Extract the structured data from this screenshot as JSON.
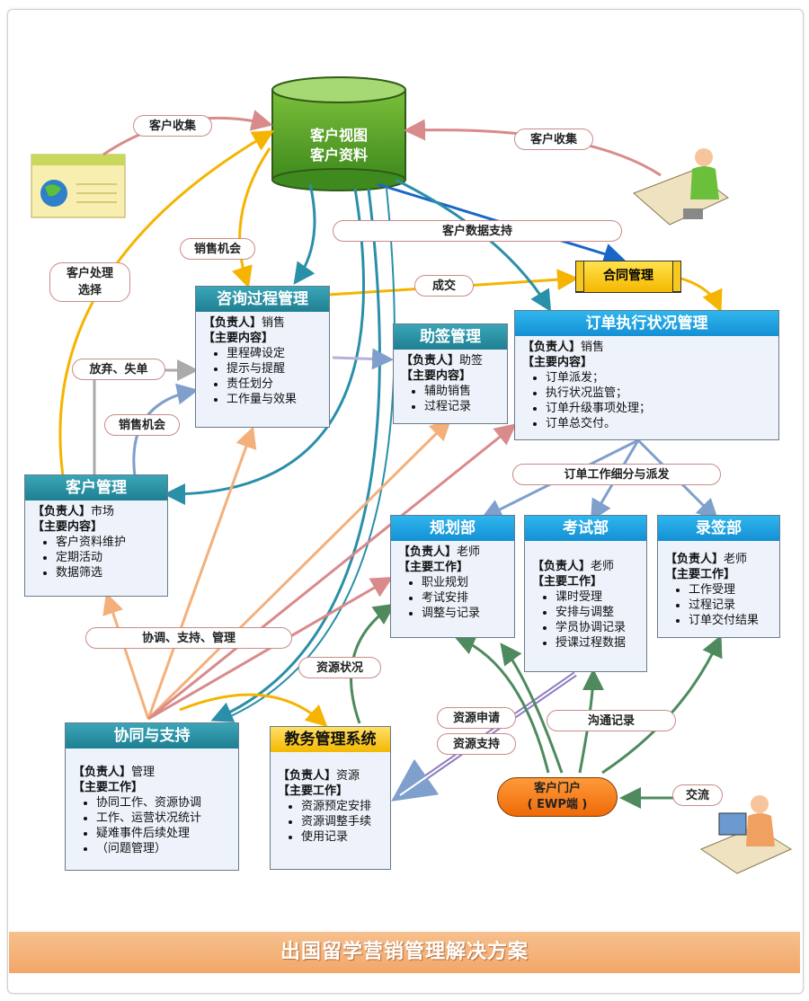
{
  "footer_title": "出国留学营销管理解决方案",
  "database": {
    "line1": "客户视图",
    "line2": "客户资料"
  },
  "contract": "合同管理",
  "portal": {
    "line1": "客户门户",
    "line2": "( EWP端 )"
  },
  "boxes": {
    "consult": {
      "title": "咨询过程管理",
      "owner_label": "【负责人】",
      "owner": "销售",
      "content_label": "【主要内容】",
      "items": [
        "里程碑设定",
        "提示与提醒",
        "责任划分",
        "工作量与效果"
      ]
    },
    "sign": {
      "title": "助签管理",
      "owner_label": "【负责人】",
      "owner": "助签",
      "content_label": "【主要内容】",
      "items": [
        "辅助销售",
        "过程记录"
      ]
    },
    "order": {
      "title": "订单执行状况管理",
      "owner_label": "【负责人】",
      "owner": "销售",
      "content_label": "【主要内容】",
      "items": [
        "订单派发；",
        "执行状况监管；",
        "订单升级事项处理；",
        "订单总交付。"
      ]
    },
    "customer": {
      "title": "客户管理",
      "owner_label": "【负责人】",
      "owner": "市场",
      "content_label": "【主要内容】",
      "items": [
        "客户资料维护",
        "定期活动",
        "数据筛选"
      ]
    },
    "plan": {
      "title": "规划部",
      "owner_label": "【负责人】",
      "owner": "老师",
      "content_label": "【主要工作】",
      "items": [
        "职业规划",
        "考试安排",
        "调整与记录"
      ]
    },
    "exam": {
      "title": "考试部",
      "owner_label": "【负责人】",
      "owner": "老师",
      "content_label": "【主要工作】",
      "items": [
        "课时受理",
        "安排与调整",
        "学员协调记录",
        "授课过程数据"
      ]
    },
    "admit": {
      "title": "录签部",
      "owner_label": "【负责人】",
      "owner": "老师",
      "content_label": "【主要工作】",
      "items": [
        "工作受理",
        "过程记录",
        "订单交付结果"
      ]
    },
    "collab": {
      "title": "协同与支持",
      "owner_label": "【负责人】",
      "owner": "管理",
      "content_label": "【主要工作】",
      "items": [
        "协同工作、资源协调",
        "工作、运营状况统计",
        "疑难事件后续处理",
        "（问题管理）"
      ]
    },
    "edu": {
      "title": "教务管理系统",
      "owner_label": "【负责人】",
      "owner": "资源",
      "content_label": "【主要工作】",
      "items": [
        "资源预定安排",
        "资源调整手续",
        "使用记录"
      ]
    }
  },
  "labels": {
    "collect_left": "客户收集",
    "collect_right": "客户收集",
    "data_support": "客户数据支持",
    "sales_opp_top": "销售机会",
    "deal": "成交",
    "handle_select": "客户处理\n选择",
    "abandon": "放弃、失单",
    "sales_opp_mid": "销售机会",
    "order_split": "订单工作细分与派发",
    "coordinate": "协调、支持、管理",
    "resource_status": "资源状况",
    "resource_apply": "资源申请",
    "resource_support": "资源支持",
    "comm_record": "沟通记录",
    "exchange": "交流"
  }
}
